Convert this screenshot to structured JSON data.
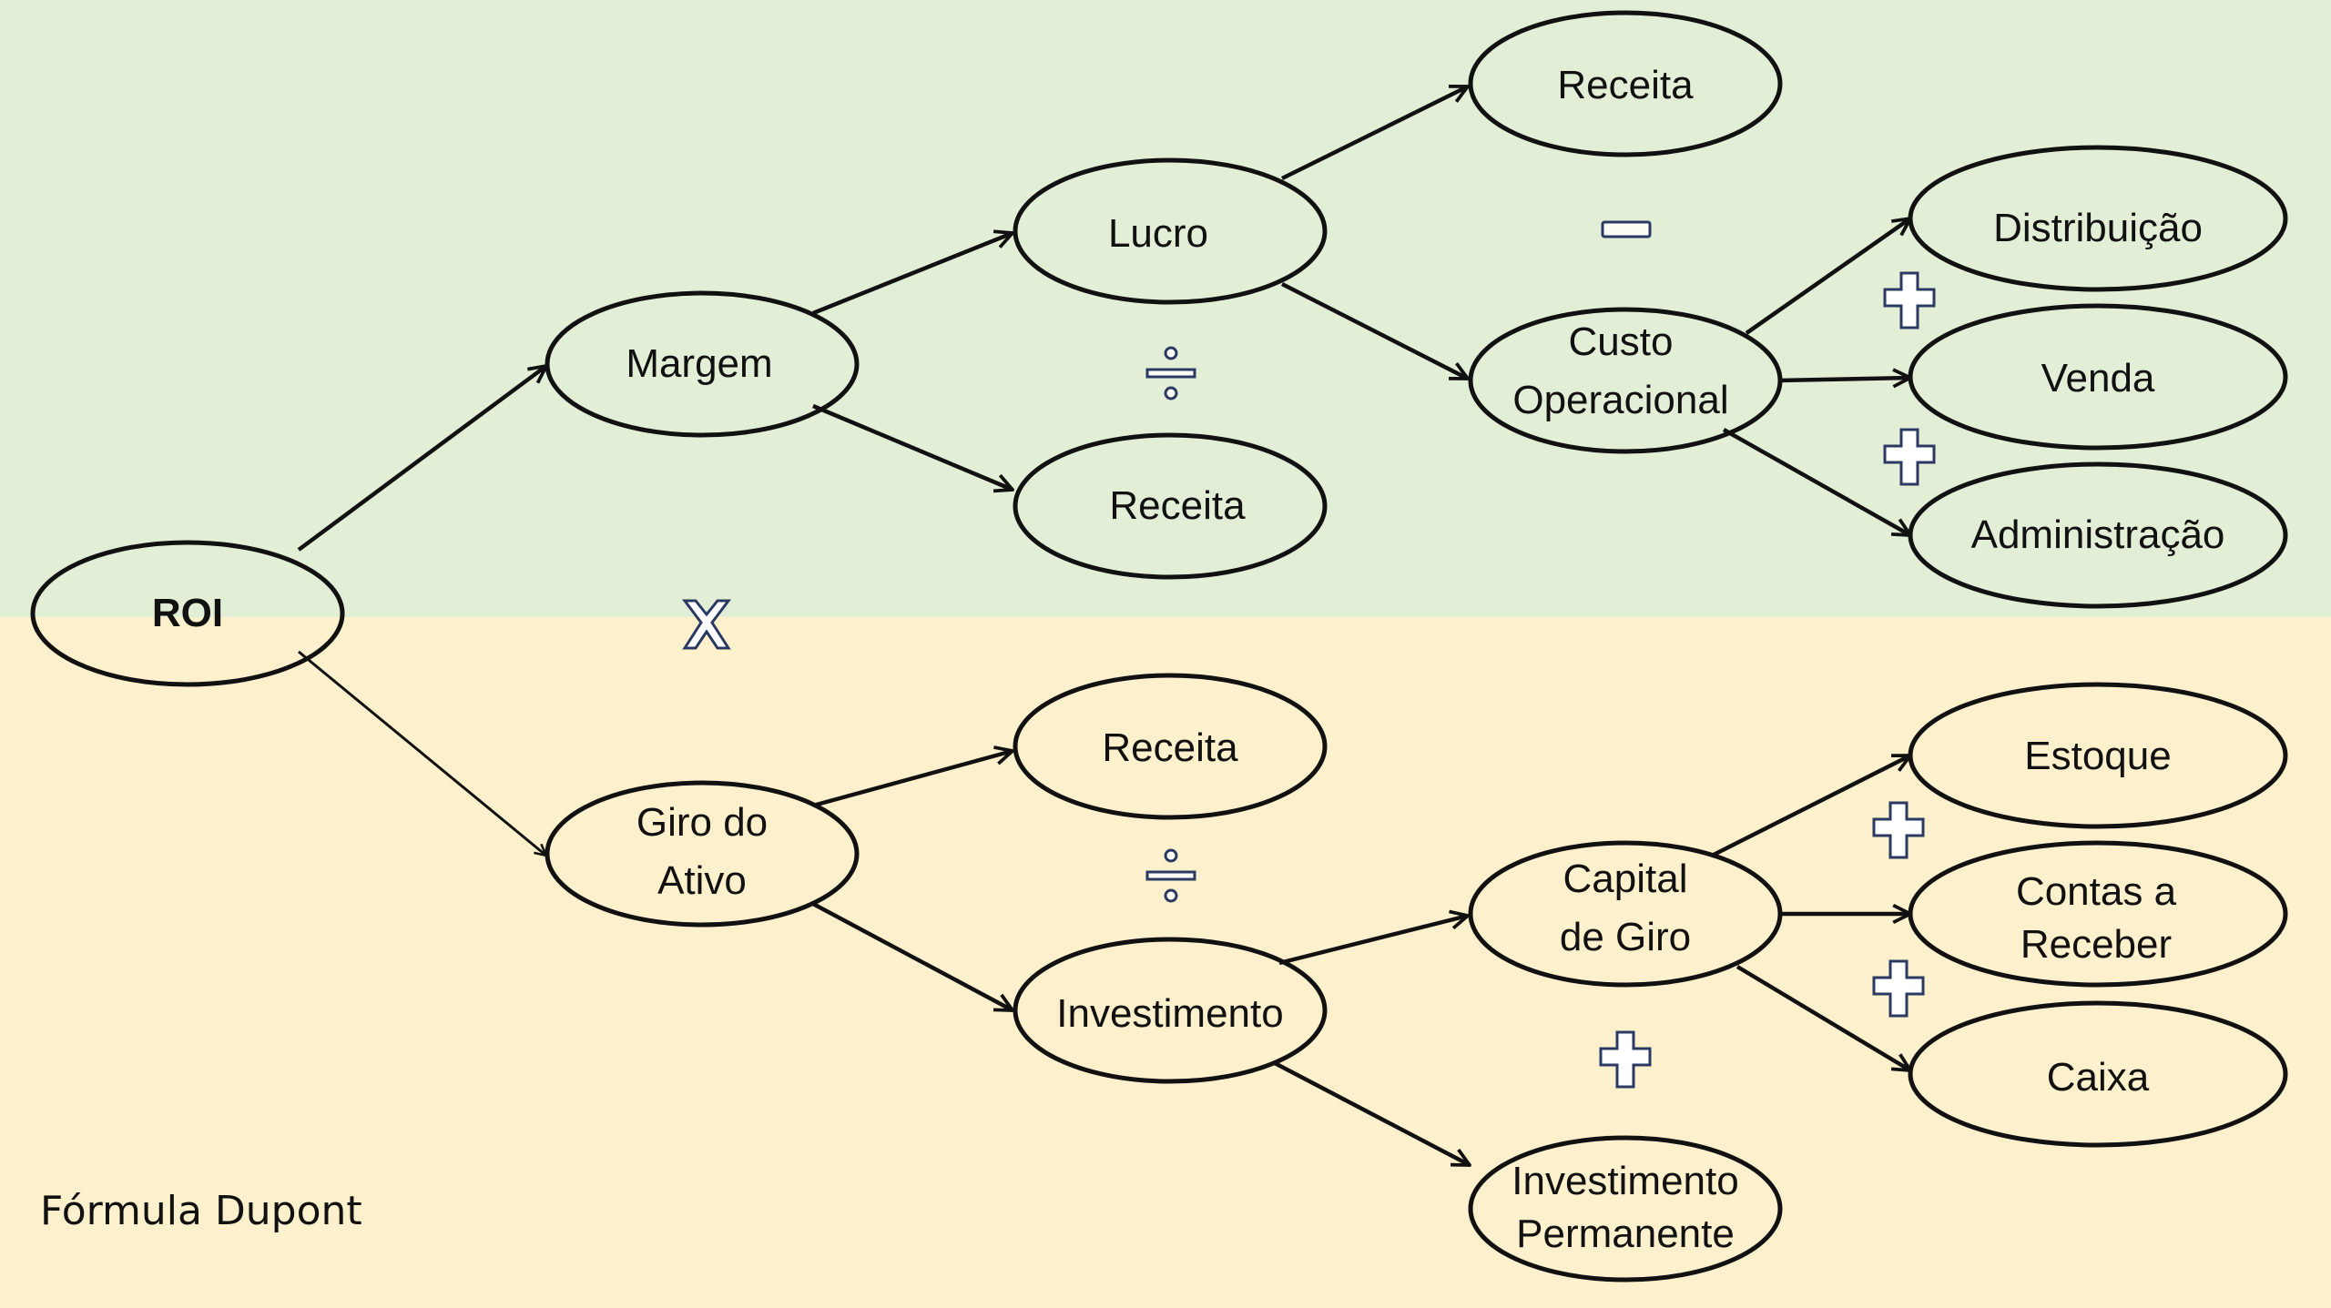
{
  "title": "Fórmula Dupont",
  "colors": {
    "top_band": "#e3eed7",
    "bottom_band": "#fdf0cc",
    "operator": "#2b3a62"
  },
  "nodes": {
    "roi": "ROI",
    "margem": "Margem",
    "giro_l1": "Giro do",
    "giro_l2": "Ativo",
    "lucro": "Lucro",
    "receita_margem": "Receita",
    "receita_giro": "Receita",
    "investimento": "Investimento",
    "receita_lucro": "Receita",
    "custo_l1": "Custo",
    "custo_l2": "Operacional",
    "distribuicao": "Distribuição",
    "venda": "Venda",
    "administracao": "Administração",
    "capital_l1": "Capital",
    "capital_l2": "de Giro",
    "inv_perm_l1": "Investimento",
    "inv_perm_l2": "Permanente",
    "estoque": "Estoque",
    "contas_l1": "Contas a",
    "contas_l2": "Receber",
    "caixa": "Caixa"
  },
  "operators": {
    "multiply": "multiply-icon",
    "divide": "divide-icon",
    "minus": "minus-icon",
    "plus": "plus-icon"
  }
}
